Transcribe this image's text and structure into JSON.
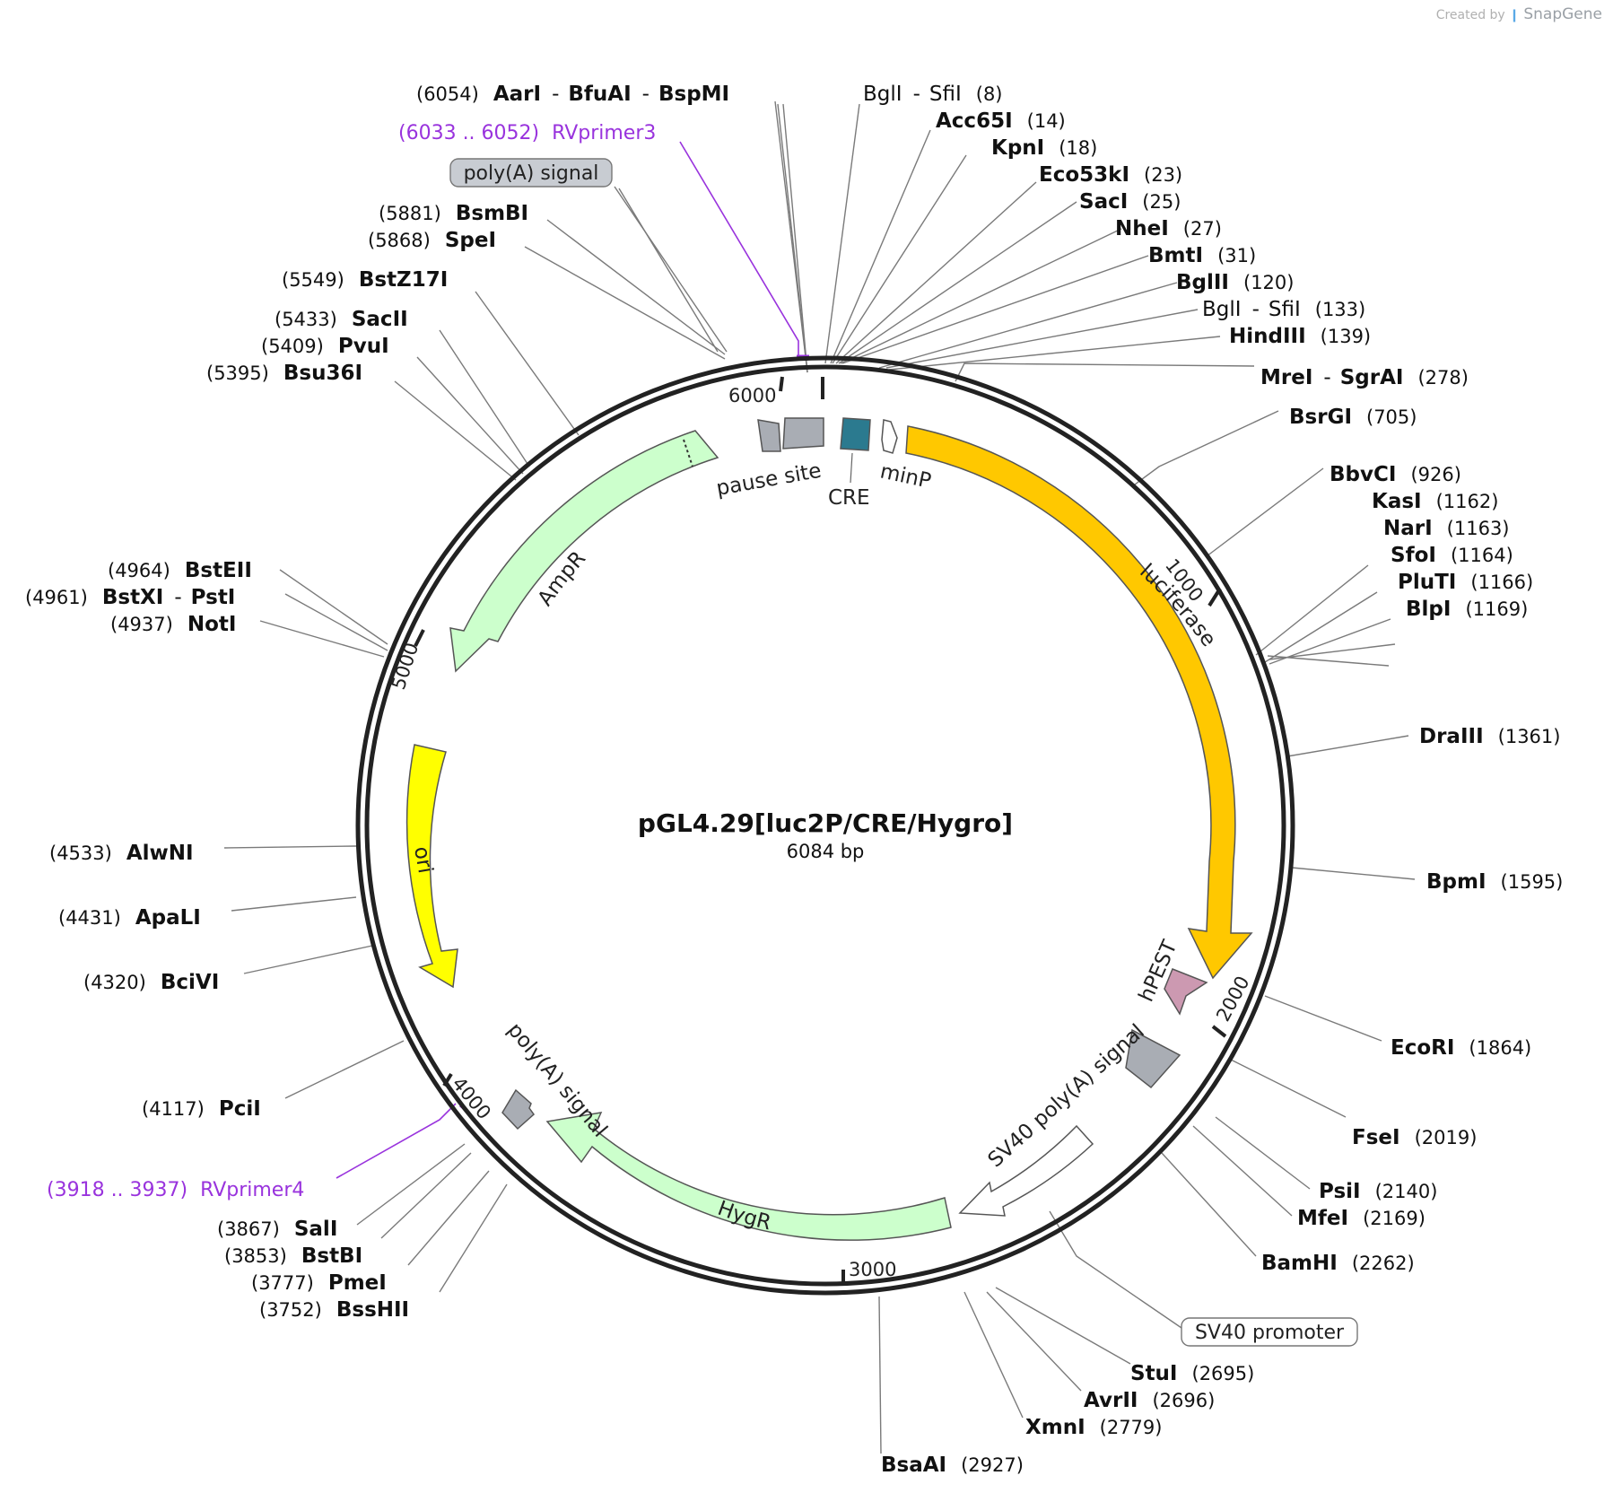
{
  "credit": {
    "created_by": "Created by",
    "brand": "SnapGene"
  },
  "plasmid": {
    "name": "pGL4.29[luc2P/CRE/Hygro]",
    "size_label": "6084 bp",
    "length": 6084
  },
  "ticks": [
    {
      "pos": 1000,
      "label": "1000"
    },
    {
      "pos": 2000,
      "label": "2000"
    },
    {
      "pos": 3000,
      "label": "3000"
    },
    {
      "pos": 4000,
      "label": "4000"
    },
    {
      "pos": 5000,
      "label": "5000"
    },
    {
      "pos": 6000,
      "label": "6000"
    }
  ],
  "features": [
    {
      "name": "luciferase",
      "color": "#ffc800",
      "arrow": true
    },
    {
      "name": "hPEST",
      "color": "#cc99b1",
      "arrow": true
    },
    {
      "name": "SV40 poly(A) signal",
      "color": "#a9adb4",
      "arrow": false
    },
    {
      "name": "SV40 promoter",
      "color": "#ffffff",
      "arrow": true
    },
    {
      "name": "HygR",
      "color": "#ccffcc",
      "arrow": true
    },
    {
      "name": "poly(A) signal",
      "color": "#a9adb4",
      "arrow": false
    },
    {
      "name": "ori",
      "color": "#ffff00",
      "arrow": true
    },
    {
      "name": "AmpR",
      "color": "#ccffcc",
      "arrow": true
    },
    {
      "name": "pause site",
      "color": "#a9adb4",
      "arrow": false
    },
    {
      "name": "CRE",
      "color": "#2b7a8f",
      "arrow": false
    },
    {
      "name": "minP",
      "color": "#ffffff",
      "arrow": true
    }
  ],
  "callouts": [
    {
      "text": "poly(A) signal"
    },
    {
      "text": "SV40 promoter"
    }
  ],
  "primers": [
    {
      "range": "(6033 .. 6052)",
      "name": "RVprimer3",
      "color": "#9933dd"
    },
    {
      "range": "(3918 .. 3937)",
      "name": "RVprimer4",
      "color": "#9933dd"
    }
  ],
  "sites": [
    {
      "pos": "(6054)",
      "names": [
        "AarI",
        "BfuAI",
        "BspMI"
      ],
      "bold": true
    },
    {
      "pos": "(8)",
      "names": [
        "BglI",
        "SfiI"
      ],
      "bold": false
    },
    {
      "pos": "(14)",
      "names": [
        "Acc65I"
      ],
      "bold": true
    },
    {
      "pos": "(18)",
      "names": [
        "KpnI"
      ],
      "bold": true
    },
    {
      "pos": "(23)",
      "names": [
        "Eco53kI"
      ],
      "bold": true
    },
    {
      "pos": "(25)",
      "names": [
        "SacI"
      ],
      "bold": true
    },
    {
      "pos": "(27)",
      "names": [
        "NheI"
      ],
      "bold": true
    },
    {
      "pos": "(31)",
      "names": [
        "BmtI"
      ],
      "bold": true
    },
    {
      "pos": "(120)",
      "names": [
        "BglII"
      ],
      "bold": true
    },
    {
      "pos": "(133)",
      "names": [
        "BglI",
        "SfiI"
      ],
      "bold": false
    },
    {
      "pos": "(139)",
      "names": [
        "HindIII"
      ],
      "bold": true
    },
    {
      "pos": "(278)",
      "names": [
        "MreI",
        "SgrAI"
      ],
      "bold": true
    },
    {
      "pos": "(705)",
      "names": [
        "BsrGI"
      ],
      "bold": true
    },
    {
      "pos": "(926)",
      "names": [
        "BbvCI"
      ],
      "bold": true
    },
    {
      "pos": "(1162)",
      "names": [
        "KasI"
      ],
      "bold": true
    },
    {
      "pos": "(1163)",
      "names": [
        "NarI"
      ],
      "bold": true
    },
    {
      "pos": "(1164)",
      "names": [
        "SfoI"
      ],
      "bold": true
    },
    {
      "pos": "(1166)",
      "names": [
        "PluTI"
      ],
      "bold": true
    },
    {
      "pos": "(1169)",
      "names": [
        "BlpI"
      ],
      "bold": true
    },
    {
      "pos": "(1361)",
      "names": [
        "DraIII"
      ],
      "bold": true
    },
    {
      "pos": "(1595)",
      "names": [
        "BpmI"
      ],
      "bold": true
    },
    {
      "pos": "(1864)",
      "names": [
        "EcoRI"
      ],
      "bold": true
    },
    {
      "pos": "(2019)",
      "names": [
        "FseI"
      ],
      "bold": true
    },
    {
      "pos": "(2140)",
      "names": [
        "PsiI"
      ],
      "bold": true
    },
    {
      "pos": "(2169)",
      "names": [
        "MfeI"
      ],
      "bold": true
    },
    {
      "pos": "(2262)",
      "names": [
        "BamHI"
      ],
      "bold": true
    },
    {
      "pos": "(2695)",
      "names": [
        "StuI"
      ],
      "bold": true
    },
    {
      "pos": "(2696)",
      "names": [
        "AvrII"
      ],
      "bold": true
    },
    {
      "pos": "(2779)",
      "names": [
        "XmnI"
      ],
      "bold": true
    },
    {
      "pos": "(2927)",
      "names": [
        "BsaAI"
      ],
      "bold": true
    },
    {
      "pos": "(5881)",
      "names": [
        "BsmBI"
      ],
      "bold": true
    },
    {
      "pos": "(5868)",
      "names": [
        "SpeI"
      ],
      "bold": true
    },
    {
      "pos": "(5549)",
      "names": [
        "BstZ17I"
      ],
      "bold": true
    },
    {
      "pos": "(5433)",
      "names": [
        "SacII"
      ],
      "bold": true
    },
    {
      "pos": "(5409)",
      "names": [
        "PvuI"
      ],
      "bold": true
    },
    {
      "pos": "(5395)",
      "names": [
        "Bsu36I"
      ],
      "bold": true
    },
    {
      "pos": "(4964)",
      "names": [
        "BstEII"
      ],
      "bold": true
    },
    {
      "pos": "(4961)",
      "names": [
        "BstXI",
        "PstI"
      ],
      "bold": true
    },
    {
      "pos": "(4937)",
      "names": [
        "NotI"
      ],
      "bold": true
    },
    {
      "pos": "(4533)",
      "names": [
        "AlwNI"
      ],
      "bold": true
    },
    {
      "pos": "(4431)",
      "names": [
        "ApaLI"
      ],
      "bold": true
    },
    {
      "pos": "(4320)",
      "names": [
        "BciVI"
      ],
      "bold": true
    },
    {
      "pos": "(4117)",
      "names": [
        "PciI"
      ],
      "bold": true
    },
    {
      "pos": "(3867)",
      "names": [
        "SalI"
      ],
      "bold": true
    },
    {
      "pos": "(3853)",
      "names": [
        "BstBI"
      ],
      "bold": true
    },
    {
      "pos": "(3777)",
      "names": [
        "PmeI"
      ],
      "bold": true
    },
    {
      "pos": "(3752)",
      "names": [
        "BssHII"
      ],
      "bold": true
    }
  ]
}
